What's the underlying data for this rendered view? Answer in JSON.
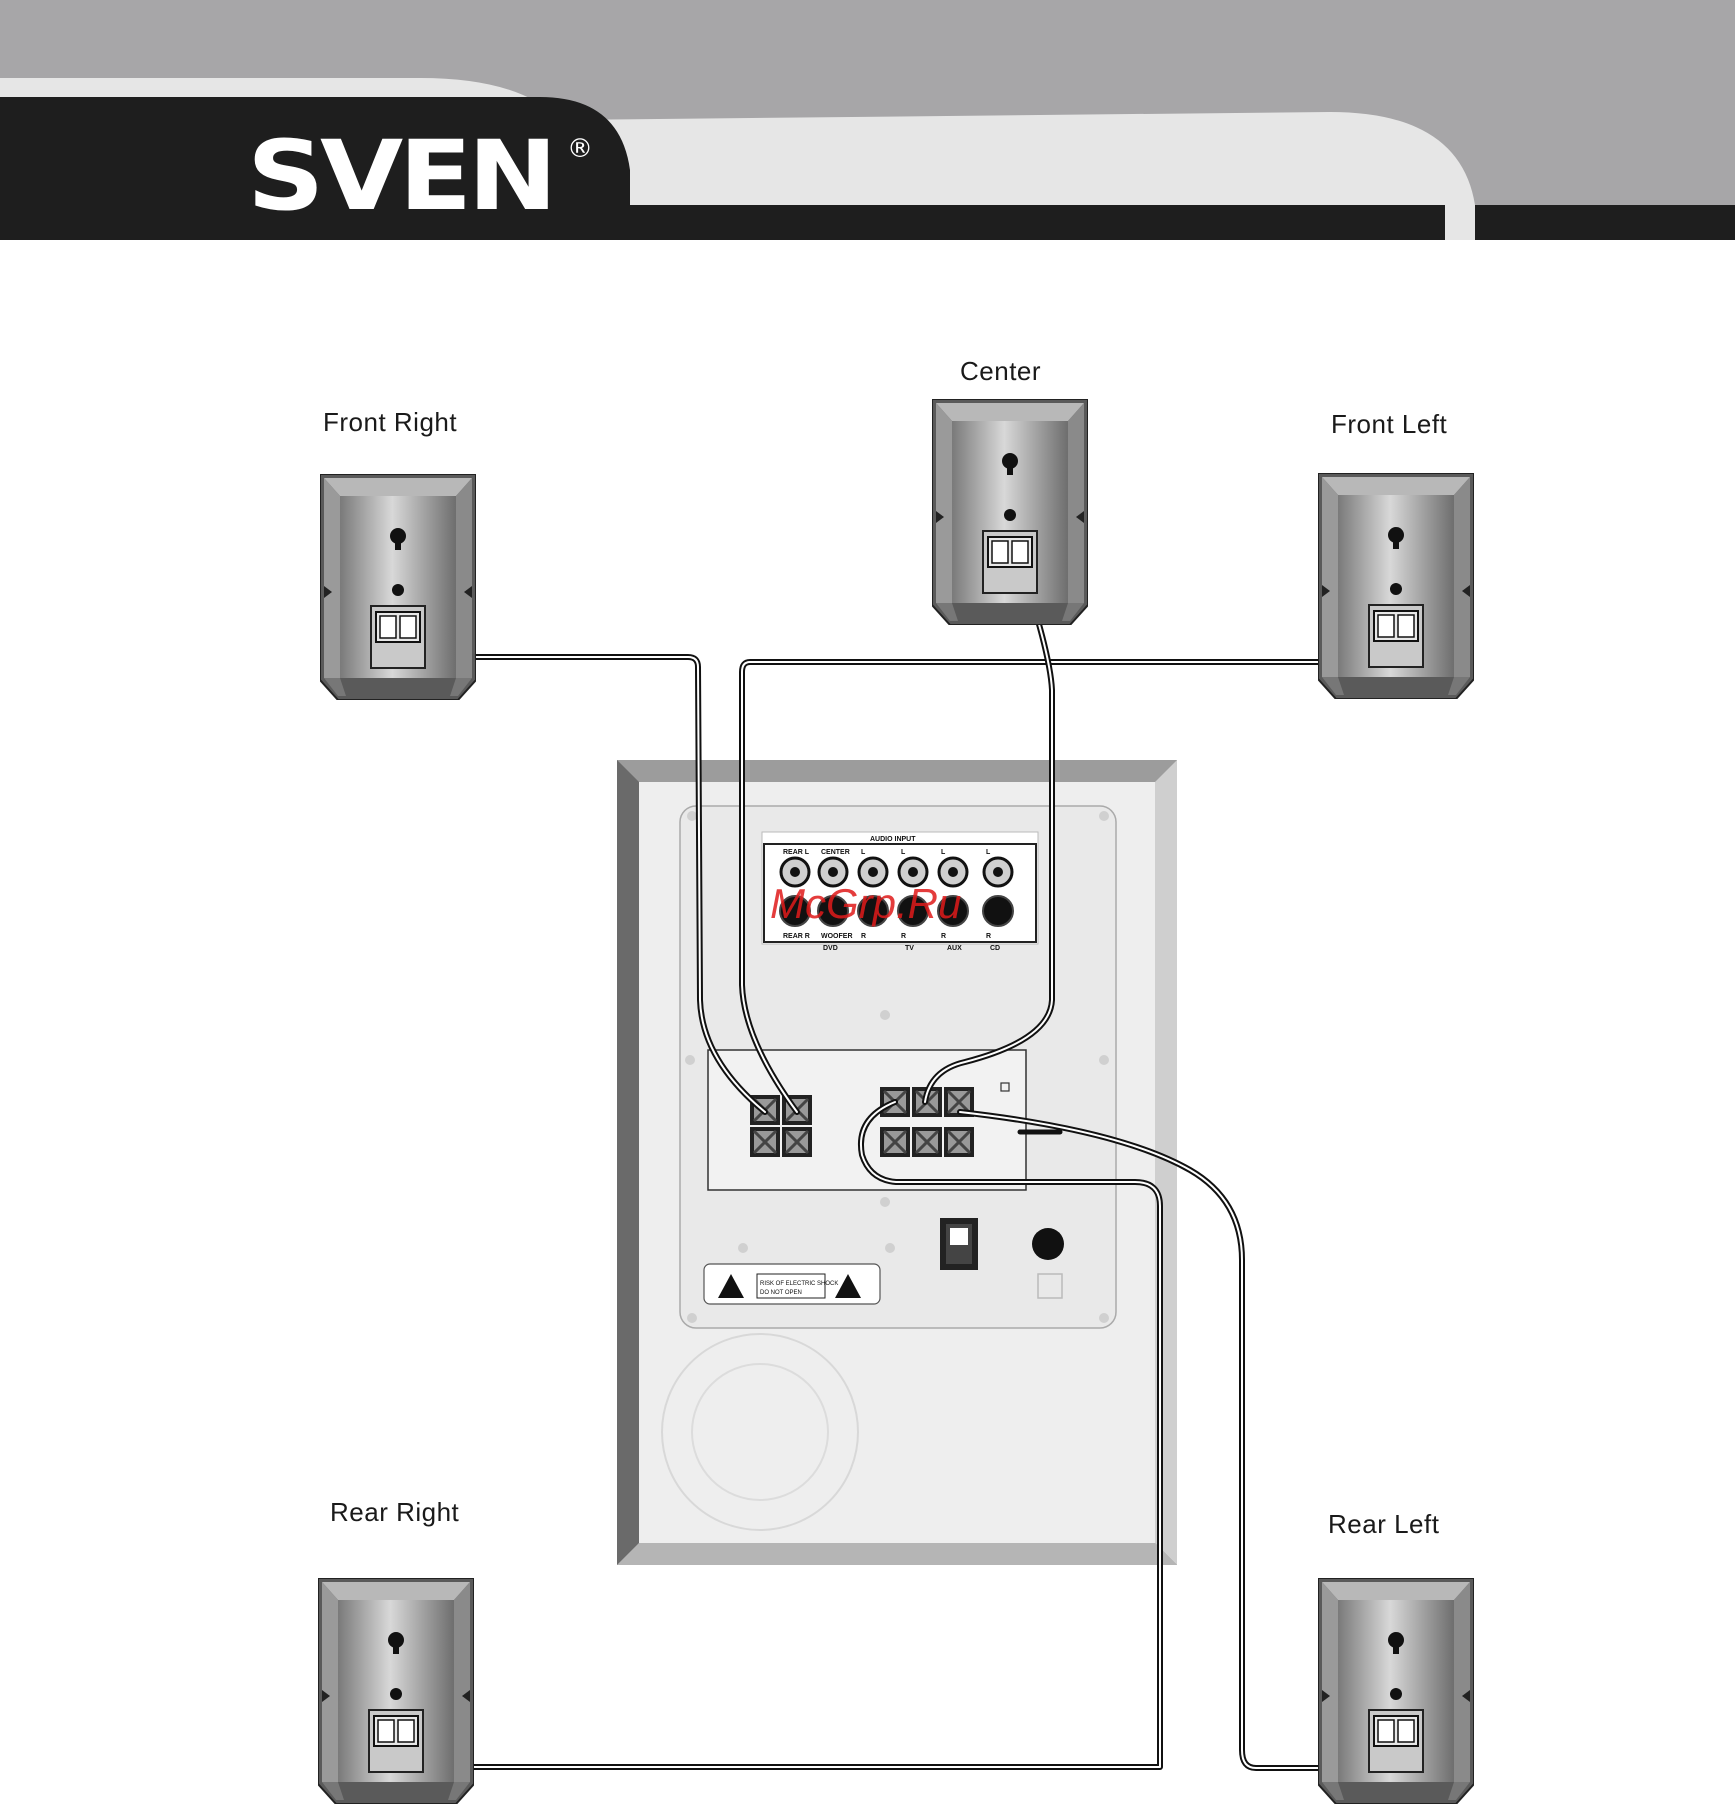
{
  "brand": {
    "name": "SVEN",
    "registered_mark": "®"
  },
  "speakers": {
    "front_right": {
      "label": "Front Right"
    },
    "center": {
      "label": "Center"
    },
    "front_left": {
      "label": "Front Left"
    },
    "rear_right": {
      "label": "Rear Right"
    },
    "rear_left": {
      "label": "Rear Left"
    }
  },
  "subwoofer_panel": {
    "audio_input_title": "AUDIO INPUT",
    "jack_labels_top": [
      "REAR L",
      "CENTER",
      "L",
      "L",
      "L",
      "L"
    ],
    "jack_labels_bottom": [
      "REAR R",
      "WOOFER",
      "R",
      "R",
      "R",
      "R"
    ],
    "input_groups": [
      "DVD",
      "TV",
      "AUX",
      "CD"
    ],
    "warning_text_1": "RISK OF ELECTRIC SHOCK",
    "warning_text_2": "DO NOT OPEN"
  },
  "watermark": "McGrp.Ru",
  "colors": {
    "header_dark": "#1e1e1e",
    "header_gray": "#a7a6a8",
    "header_light": "#e6e6e6",
    "cable": "#111111",
    "watermark": "#e01b1b"
  }
}
